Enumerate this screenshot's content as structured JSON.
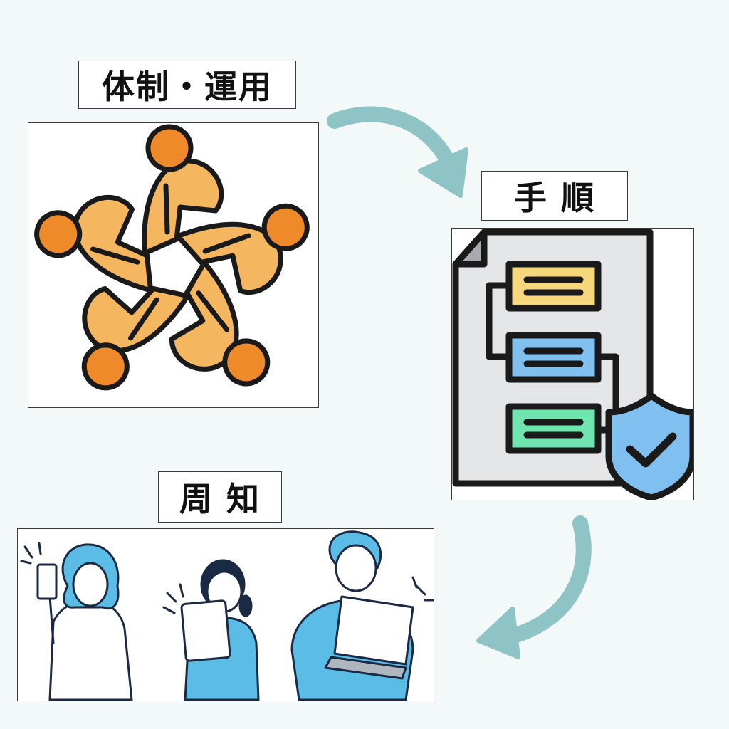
{
  "steps": [
    {
      "label": "体制・運用",
      "icon": "team-circle-illustration"
    },
    {
      "label": "手 順",
      "icon": "procedure-flowchart-document-icon"
    },
    {
      "label": "周 知",
      "icon": "people-with-devices-illustration"
    }
  ],
  "colors": {
    "background": "#f3f8f8",
    "arrow": "#8fc4c6",
    "person_orange": "#f4b65f",
    "head_orange": "#ee8a2a",
    "card_yellow": "#f6d77c",
    "card_blue": "#7fc0f0",
    "card_green": "#6fe6b0",
    "people_blue": "#5bbde6"
  }
}
